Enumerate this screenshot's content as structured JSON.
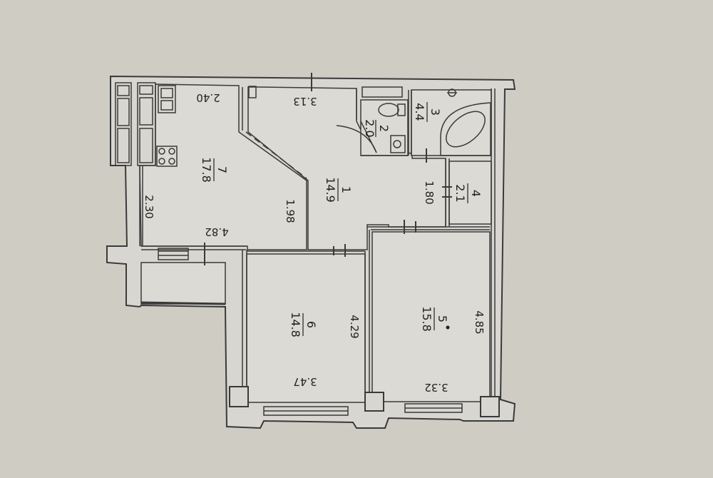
{
  "plan": {
    "rooms": [
      {
        "id": "kitchen",
        "number": "7",
        "area": "17.8"
      },
      {
        "id": "hall",
        "number": "1",
        "area": "14.9"
      },
      {
        "id": "wc",
        "number": "2",
        "area": "2.0"
      },
      {
        "id": "bath",
        "number": "3",
        "area": "4.4"
      },
      {
        "id": "closet",
        "number": "4",
        "area": "2.1"
      },
      {
        "id": "room5",
        "number": "5",
        "area": "15.8"
      },
      {
        "id": "room6",
        "number": "6",
        "area": "14.8"
      }
    ],
    "dimensions": {
      "kitchen_top": "2.40",
      "kitchen_left": "2.30",
      "kitchen_bottom": "4.82",
      "kitchen_right": "1.98",
      "hall_top": "3.13",
      "hall_right": "1.80",
      "room6_right": "4.29",
      "room6_bottom": "3.47",
      "room5_right": "4.85",
      "room5_bottom": "3.32"
    }
  },
  "colors": {
    "paper": "#cfccc4",
    "wall": "#d8d6d0",
    "line": "#3a3a3a",
    "floor": "#dcdad4"
  }
}
